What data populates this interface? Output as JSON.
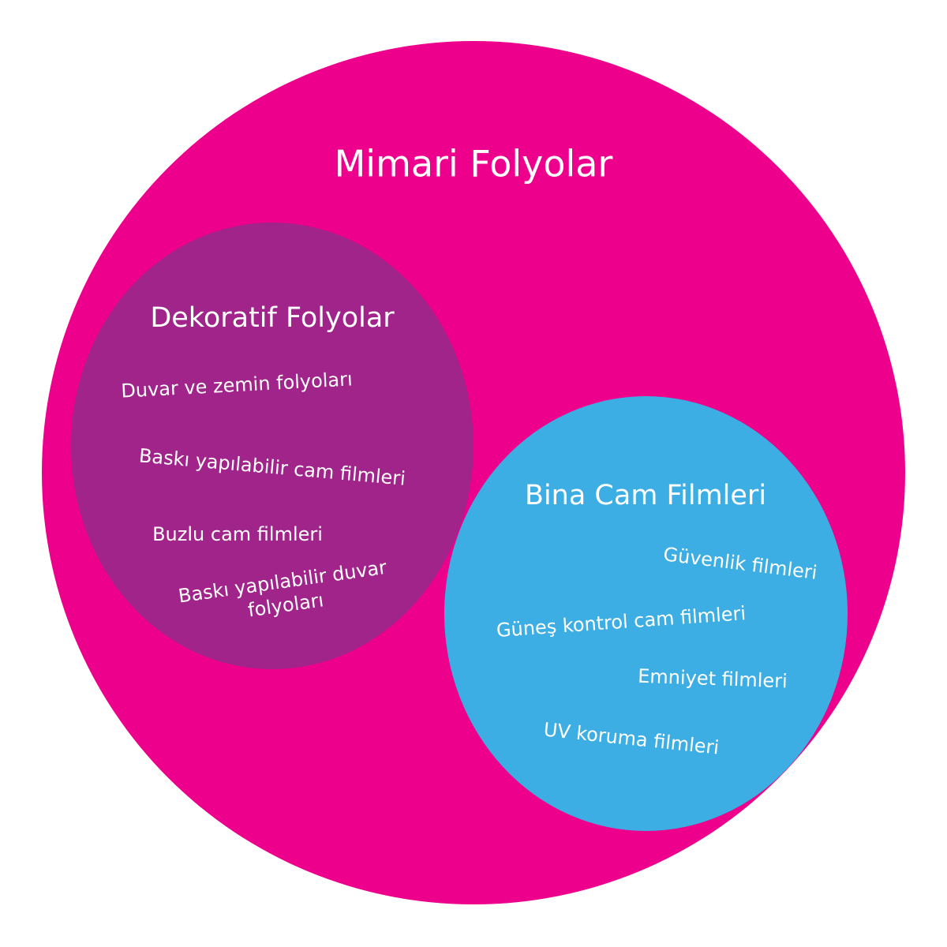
{
  "colors": {
    "outer": "#EC008C",
    "decorative": "#A0248A",
    "building": "#3DAEE3",
    "text": "#FFFFFF"
  },
  "outer": {
    "title": "Mimari Folyolar"
  },
  "decorative": {
    "title": "Dekoratif Folyolar",
    "items": [
      "Duvar ve zemin folyoları",
      "Baskı yapılabilir cam filmleri",
      "Buzlu cam filmleri",
      "Baskı yapılabilir duvar",
      "folyoları"
    ]
  },
  "building": {
    "title": "Bina Cam Filmleri",
    "items": [
      "Güvenlik filmleri",
      "Güneş kontrol cam filmleri",
      "Emniyet filmleri",
      "UV koruma filmleri"
    ]
  }
}
